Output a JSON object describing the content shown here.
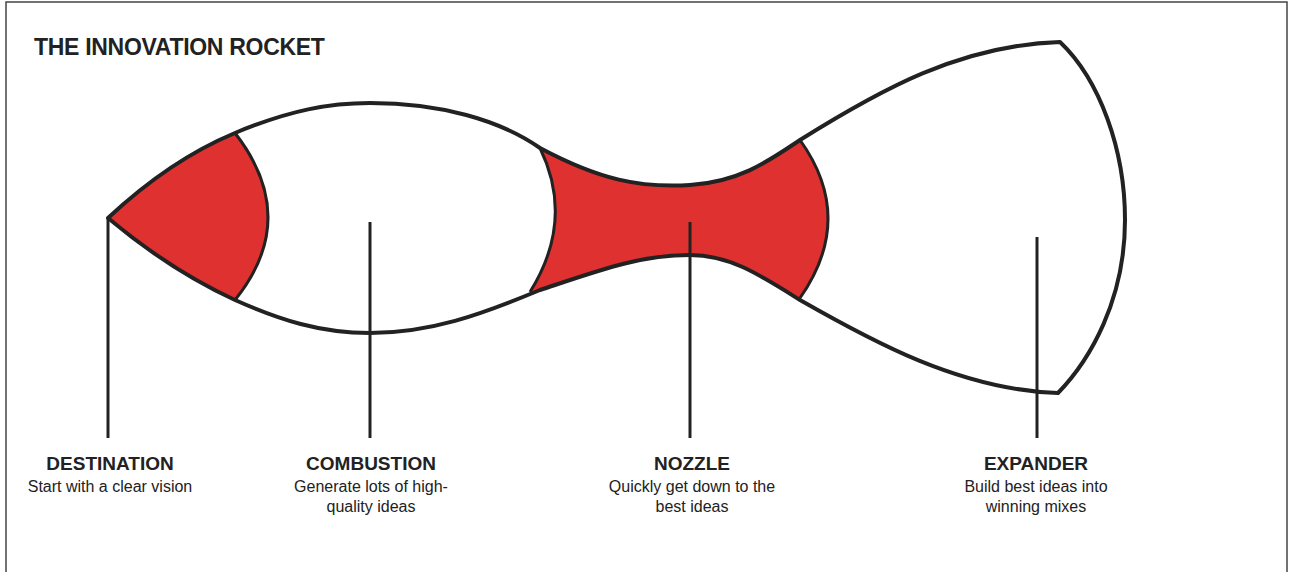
{
  "diagram": {
    "title": "THE INNOVATION ROCKET",
    "labels": [
      "DESTINATION",
      "Start with a clear vision",
      "COMBUSTION",
      "Generate lots of high-quality ideas",
      "NOZZLE",
      "Quickly get down to the best ideas",
      "EXPANDER",
      "Build best ideas into winning mixes"
    ]
  }
}
